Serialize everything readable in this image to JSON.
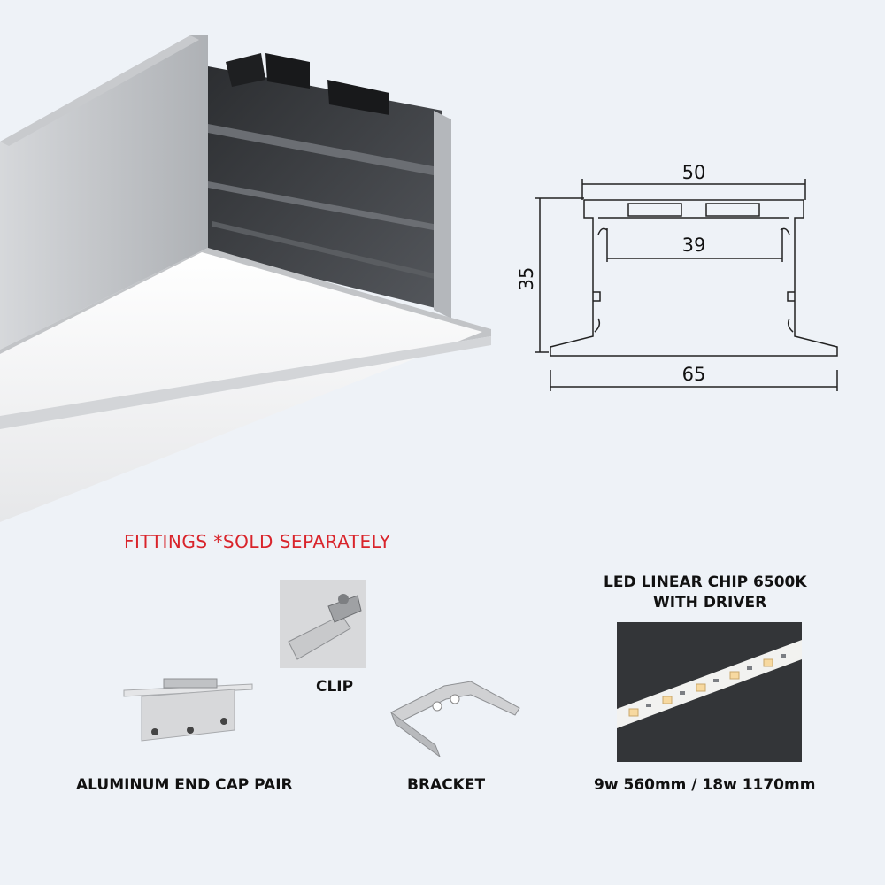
{
  "dimensions": {
    "top_width": "50",
    "inner_width": "39",
    "height": "35",
    "bottom_width": "65"
  },
  "fittings": {
    "title": "FITTINGS *SOLD SEPARATELY",
    "end_cap_label": "ALUMINUM END CAP PAIR",
    "clip_label": "CLIP",
    "bracket_label": "BRACKET"
  },
  "led": {
    "title_line1": "LED LINEAR CHIP 6500K",
    "title_line2": "WITH DRIVER",
    "spec": "9w 560mm / 18w 1170mm"
  },
  "colors": {
    "background": "#eef2f7",
    "fittings_title": "#d9242b",
    "aluminum": "#b9bcc0",
    "interior": "#3a3c40"
  }
}
